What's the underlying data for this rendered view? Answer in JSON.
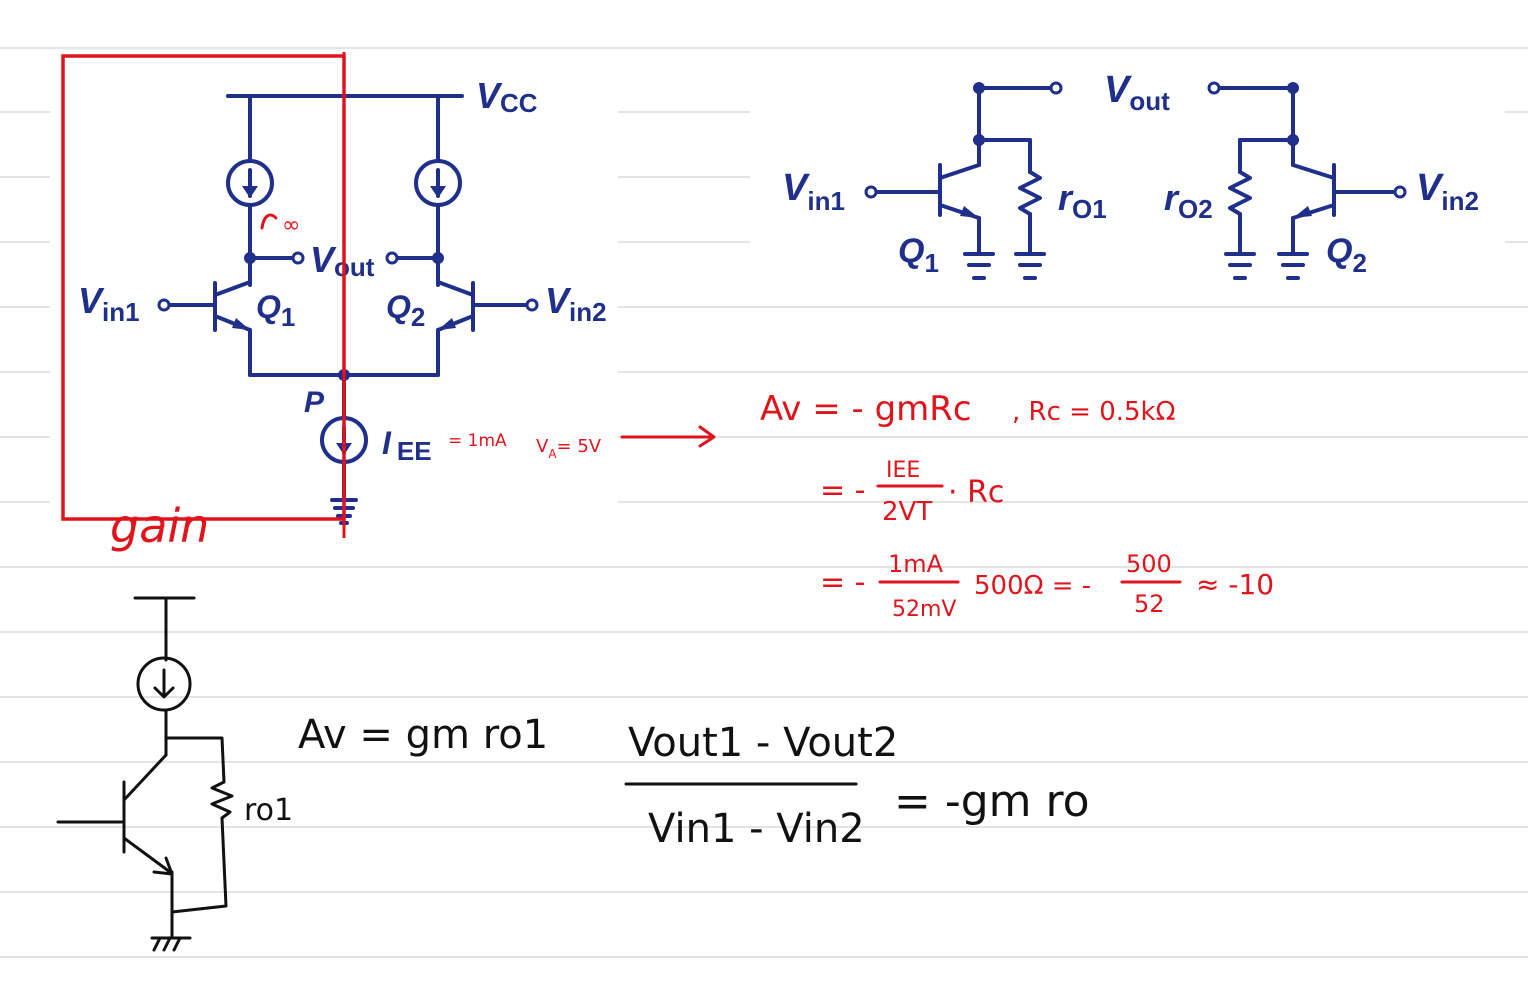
{
  "colors": {
    "circuit": "#1f2f8a",
    "annotation": "#e0141c",
    "ink": "#111111",
    "ruled_line": "#dcdcdc"
  },
  "diff_pair": {
    "vcc": "V",
    "vcc_sub": "CC",
    "vout": "V",
    "vout_sub": "out",
    "vin1": "V",
    "vin1_sub": "in1",
    "vin2": "V",
    "vin2_sub": "in2",
    "q1": "Q",
    "q1_sub": "1",
    "q2": "Q",
    "q2_sub": "2",
    "p": "P",
    "iee": "I",
    "iee_sub": "EE"
  },
  "annotations": {
    "infinity": "∞",
    "iee_value": "= 1mA",
    "va_value": "V",
    "va_sub": "A",
    "va_rest": "= 5V",
    "gain": "gain"
  },
  "half_circuit": {
    "vout": "V",
    "vout_sub": "out",
    "vin1": "V",
    "vin1_sub": "in1",
    "vin2": "V",
    "vin2_sub": "in2",
    "ro1": "r",
    "ro1_sub": "O1",
    "ro2": "r",
    "ro2_sub": "O2",
    "q1": "Q",
    "q1_sub": "1",
    "q2": "Q",
    "q2_sub": "2"
  },
  "equations": {
    "line1": "Av = - gmRc",
    "line1_note": ", Rc = 0.5kΩ",
    "line2_prefix": "= -",
    "line2_num": "IEE",
    "line2_den": "2VT",
    "line2_suffix": "· Rc",
    "line3_prefix": "= -",
    "line3_num": "1mA",
    "line3_den": "52mV",
    "line3_mid": "500Ω = -",
    "line3_num2": "500",
    "line3_den2": "52",
    "line3_result": "≈ -10"
  },
  "bottom": {
    "ro1_label": "ro1",
    "av_eq": "Av = gm ro1",
    "frac_num": "Vout1 - Vout2",
    "frac_den": "Vin1 - Vin2",
    "frac_result": "= -gm ro"
  }
}
